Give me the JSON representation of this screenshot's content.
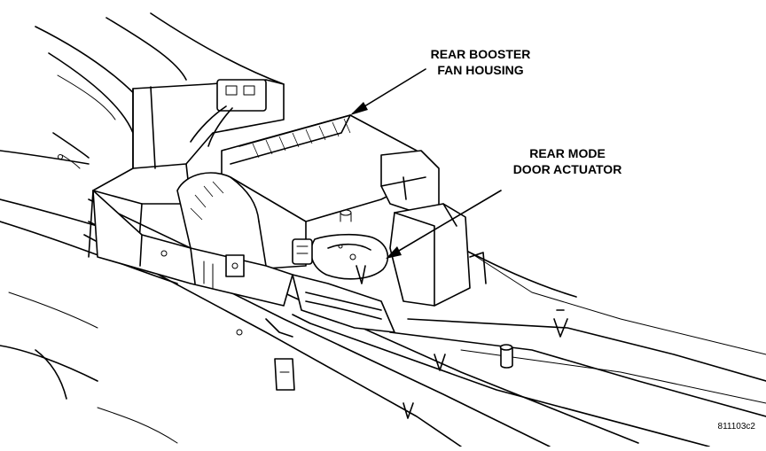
{
  "callouts": {
    "rear_booster_fan_housing": [
      "REAR BOOSTER",
      "FAN HOUSING"
    ],
    "rear_mode_door_actuator": [
      "REAR MODE",
      "DOOR ACTUATOR"
    ]
  },
  "figure_code": "811103c2"
}
